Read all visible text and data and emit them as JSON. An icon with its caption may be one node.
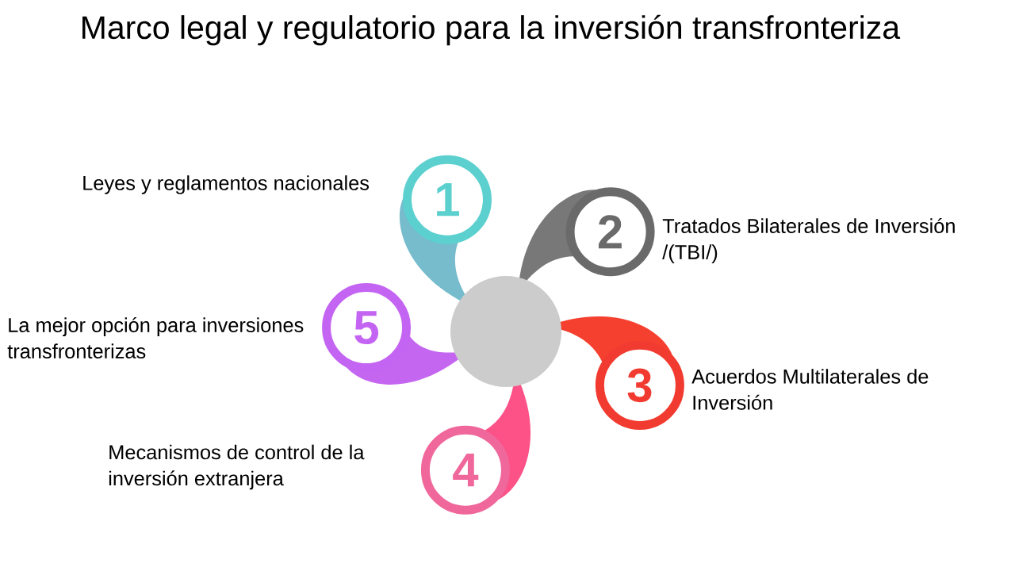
{
  "diagram": {
    "title": "Marco legal y regulatorio para la inversión transfronteriza",
    "nodes": [
      {
        "text": [
          "1"
        ],
        "beside": [
          "Leyes y reglamentos nacionales"
        ]
      },
      {
        "text": [
          "2"
        ],
        "beside": [
          "Tratados Bilaterales de Inversión /(TBI/)"
        ]
      },
      {
        "text": [
          "3"
        ],
        "beside": [
          "Acuerdos Multilaterales de Inversión"
        ]
      },
      {
        "text": [
          "4"
        ],
        "beside": [
          "Mecanismos de control de la inversión extranjera"
        ]
      },
      {
        "text": [
          "5"
        ],
        "beside": [
          "La mejor opción para inversiones transfronterizas"
        ]
      },
      {
        "text": [],
        "shape": "circle"
      }
    ]
  }
}
